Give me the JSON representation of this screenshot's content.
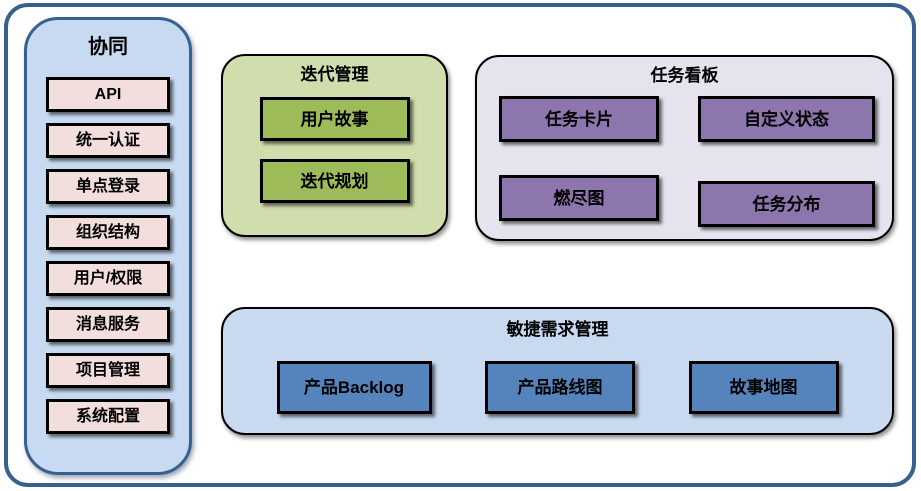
{
  "diagram": {
    "sidebar": {
      "title": "协同",
      "items": [
        "API",
        "统一认证",
        "单点登录",
        "组织结构",
        "用户/权限",
        "消息服务",
        "项目管理",
        "系统配置"
      ]
    },
    "groups": [
      {
        "title": "迭代管理",
        "items": [
          "用户故事",
          "迭代规划"
        ]
      },
      {
        "title": "任务看板",
        "items": [
          "任务卡片",
          "自定义状态",
          "燃尽图",
          "任务分布"
        ]
      },
      {
        "title": "敏捷需求管理",
        "items": [
          "产品Backlog",
          "产品路线图",
          "故事地图"
        ]
      }
    ],
    "colors": {
      "frame_border": "#36618E",
      "sidebar_bg": "#C7DAF1",
      "sidebar_item_bg": "#F2DEDC",
      "iteration_group_bg": "#D0DDAD",
      "iteration_item_bg": "#9DBB59",
      "taskboard_group_bg": "#E6E2EE",
      "taskboard_item_bg": "#8C76AD",
      "agile_group_bg": "#C9DAF0",
      "agile_item_bg": "#5584BD",
      "item_border": "#000000"
    }
  }
}
